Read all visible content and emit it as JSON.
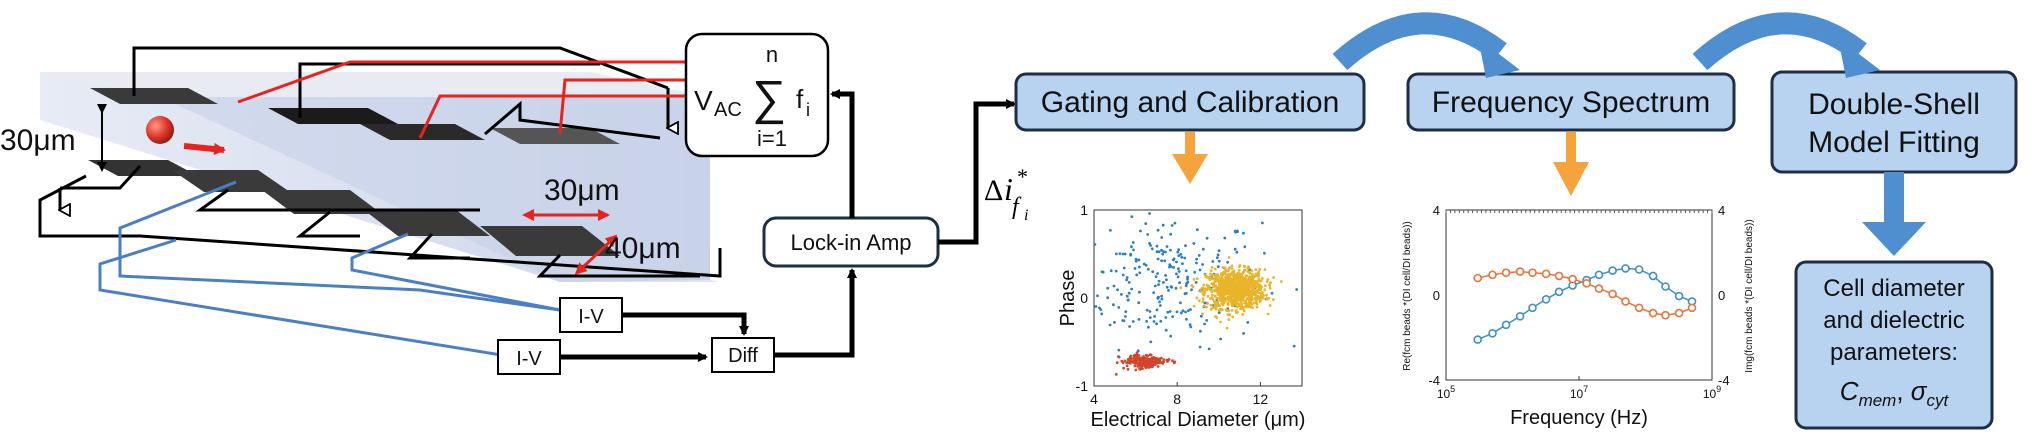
{
  "colors": {
    "electrode": "#3a3a3a",
    "channel": "#c9d2e8",
    "red_wire": "#e8231e",
    "blue_wire": "#4a7fc0",
    "box_fill": "#b7d3f0",
    "box_stroke": "#1f2d45",
    "arrow_blue": "#4f8fcf",
    "arrow_orange": "#f5a43c",
    "scatter_blue": "#2a7fc2",
    "scatter_yellow": "#e9b42a",
    "scatter_red": "#d2462c",
    "curve_blue": "#3f8fc8",
    "curve_orange": "#e8743a"
  },
  "device": {
    "height_label": "30μm",
    "gap_label": "30μm",
    "width_label": "40μm",
    "iv_top_label": "I-V",
    "iv_bottom_label": "I-V",
    "diff_label": "Diff",
    "lockin_label": "Lock-in Amp",
    "vac": {
      "v": "V",
      "sub": "AC",
      "sum_top": "n",
      "sum_bottom": "i=1",
      "f": "f",
      "f_sub": "i"
    },
    "delta_label": {
      "delta": "Δ",
      "i": "i",
      "sup": "*",
      "sub": "f",
      "sub2": "i"
    }
  },
  "pipeline": {
    "gating_label": "Gating and Calibration",
    "frequency_label": "Frequency Spectrum",
    "model_line1": "Double-Shell",
    "model_line2": "Model Fitting",
    "result_line1": "Cell diameter",
    "result_line2": "and dielectric",
    "result_line3": "parameters:",
    "result_c": "C",
    "result_c_sub": "mem",
    "result_sep": ", ",
    "result_sigma": "σ",
    "result_sigma_sub": "cyt"
  },
  "chart_data": [
    {
      "type": "scatter",
      "xlabel": "Electrical Diameter (μm)",
      "ylabel": "Phase",
      "xlim": [
        4,
        14
      ],
      "ylim": [
        -1,
        1
      ],
      "xticks": [
        "4",
        "8",
        "12"
      ],
      "yticks": [
        "1",
        "0",
        "-1"
      ],
      "series": [
        {
          "color": "#2a7fc2",
          "cluster": {
            "x_center": 7.5,
            "x_spread": 4.5,
            "y_center": 0.2,
            "y_spread": 0.75,
            "count": 260
          }
        },
        {
          "color": "#e9b42a",
          "cluster": {
            "x_center": 10.8,
            "x_spread": 1.4,
            "y_center": 0.1,
            "y_spread": 0.22,
            "count": 900
          }
        },
        {
          "color": "#d2462c",
          "cluster": {
            "x_center": 6.4,
            "x_spread": 1.0,
            "y_center": -0.72,
            "y_spread": 0.05,
            "count": 220
          }
        }
      ]
    },
    {
      "type": "line",
      "xlabel": "Frequency (Hz)",
      "ylabel_left": "Re(fcm beads *(DI cell/DI beads))",
      "ylabel_right": "Img(fcm beads *(DI cell/DI beads))",
      "xscale": "log",
      "xlim": [
        100000,
        1000000000
      ],
      "ylim": [
        -4,
        4
      ],
      "xticks": [
        {
          "base": "10",
          "exp": "5"
        },
        {
          "base": "10",
          "exp": "7"
        },
        {
          "base": "10",
          "exp": "9"
        }
      ],
      "yticks_left": [
        "4",
        "0",
        "-4"
      ],
      "yticks_right": [
        "4",
        "0",
        "-4"
      ],
      "series": [
        {
          "axis": "left",
          "color": "#3f8fc8",
          "x": [
            300000,
            500000,
            800000,
            1300000,
            2000000,
            3200000,
            5000000,
            8000000,
            13000000,
            20000000,
            32000000,
            50000000,
            80000000,
            130000000,
            200000000,
            320000000,
            500000000
          ],
          "y": [
            -2.1,
            -1.8,
            -1.4,
            -1.0,
            -0.6,
            -0.2,
            0.15,
            0.45,
            0.7,
            0.95,
            1.15,
            1.25,
            1.2,
            0.9,
            0.4,
            -0.05,
            -0.3
          ]
        },
        {
          "axis": "right",
          "color": "#e8743a",
          "x": [
            300000,
            500000,
            800000,
            1300000,
            2000000,
            3200000,
            5000000,
            8000000,
            13000000,
            20000000,
            32000000,
            50000000,
            80000000,
            130000000,
            200000000,
            320000000,
            500000000
          ],
          "y": [
            0.8,
            0.95,
            1.05,
            1.1,
            1.05,
            1.0,
            0.9,
            0.75,
            0.55,
            0.3,
            0.05,
            -0.3,
            -0.6,
            -0.85,
            -0.95,
            -0.85,
            -0.6
          ]
        }
      ]
    }
  ]
}
